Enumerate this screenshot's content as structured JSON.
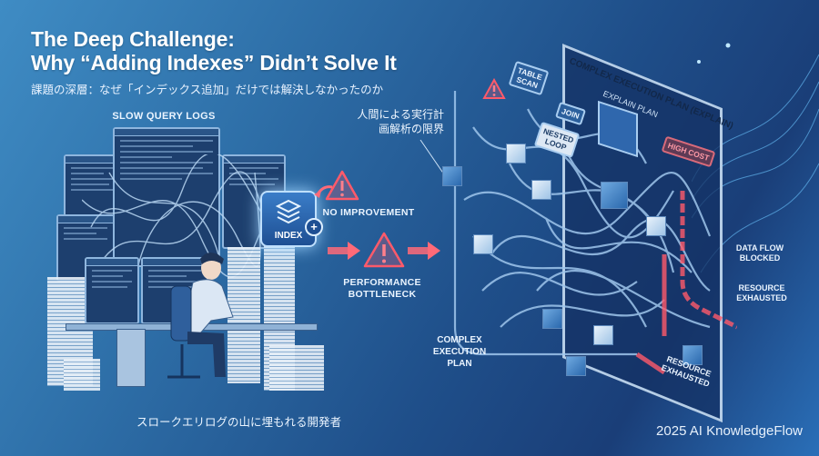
{
  "header": {
    "title_line1": "The Deep Challenge:",
    "title_line2": "Why “Adding Indexes” Didn’t Solve It",
    "subtitle": "課題の深層：なぜ「インデックス追加」だけでは解決しなかったのか"
  },
  "left_scene": {
    "logs_label": "SLOW QUERY LOGS",
    "index_card_label": "INDEX",
    "index_plus": "+",
    "caption": "スロークエリログの山に埋もれる開発者"
  },
  "middle": {
    "no_improvement": "NO IMPROVEMENT",
    "performance_bottleneck_line1": "PERFORMANCE",
    "performance_bottleneck_line2": "BOTTLENECK",
    "human_limit_line1": "人間による実行計",
    "human_limit_line2": "画解析の限界"
  },
  "right_scene": {
    "panel_title": "COMPLEX EXECUTION PLAN (EXPLAIN)",
    "explain_plan": "EXPLAIN PLAN",
    "table_scan_line1": "TABLE",
    "table_scan_line2": "SCAN",
    "join": "JOIN",
    "nested_loop_line1": "NESTED",
    "nested_loop_line2": "LOOP",
    "high_cost": "HIGH COST",
    "data_flow_blocked_line1": "DATA FLOW",
    "data_flow_blocked_line2": "BLOCKED",
    "resource_exhausted_line1": "RESOURCE",
    "resource_exhausted_line2": "EXHAUSTED",
    "resource_exhausted_bottom_line1": "RESOURCE",
    "resource_exhausted_bottom_line2": "EXHAUSTED",
    "complex_plan_line1": "COMPLEX",
    "complex_plan_line2": "EXECUTION",
    "complex_plan_line3": "PLAN"
  },
  "footer": {
    "credit": "2025 AI KnowledgeFlow"
  },
  "colors": {
    "warning_red": "#ff5a6a",
    "accent_blue": "#3a7dc8",
    "line_light": "#a9cdf0"
  },
  "icons": [
    "warning-triangle-icon",
    "layers-icon",
    "plus-icon",
    "arrow-right-icon",
    "cube-icon"
  ]
}
